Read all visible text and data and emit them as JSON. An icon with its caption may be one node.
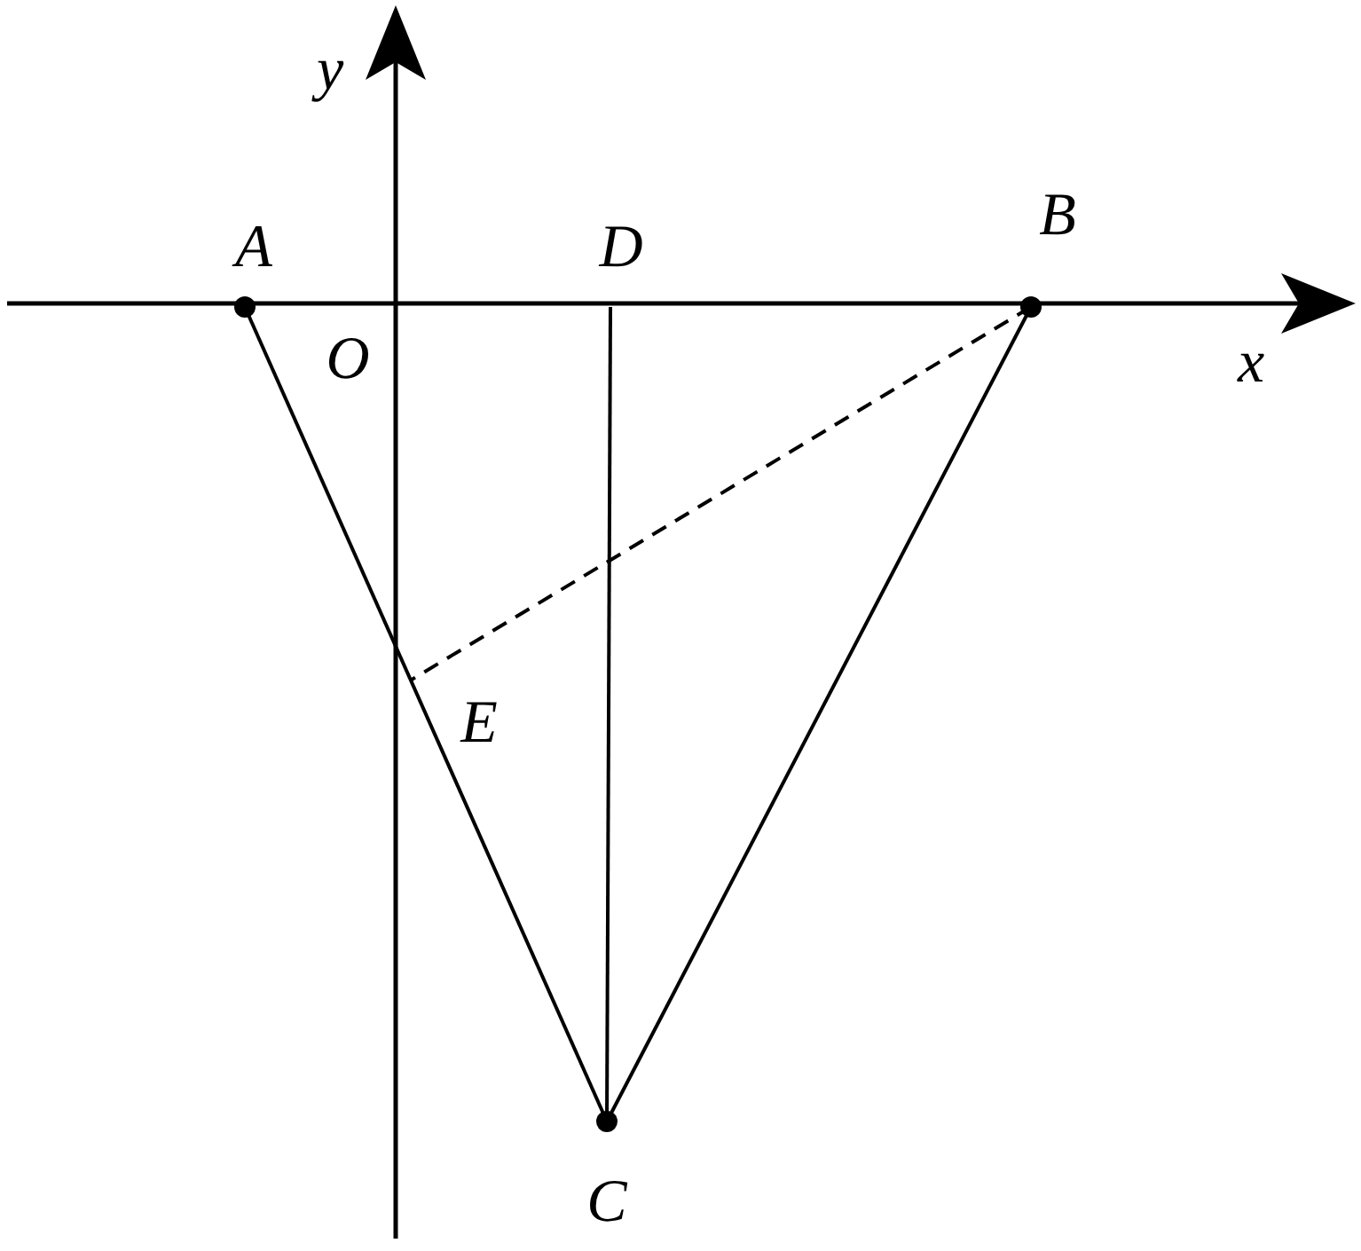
{
  "diagram": {
    "nodes": [
      {
        "text": [
          "A"
        ]
      },
      {
        "text": [
          "D"
        ]
      },
      {
        "text": [
          "B"
        ]
      },
      {
        "text": [
          "E"
        ]
      },
      {
        "text": [
          "C"
        ]
      }
    ],
    "edges": [
      {
        "from": 0,
        "to": 4,
        "arrow": "none"
      },
      {
        "from": 2,
        "to": 4,
        "arrow": "none"
      },
      {
        "from": 1,
        "to": 4,
        "arrow": "none"
      },
      {
        "from": 2,
        "to": 3,
        "arrow": "none",
        "style": "dashed"
      }
    ],
    "labels": [
      "y",
      "O",
      "x"
    ]
  }
}
